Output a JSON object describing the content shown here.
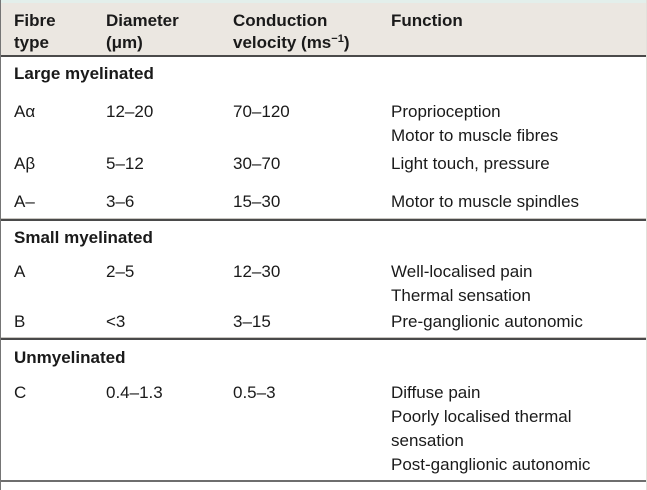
{
  "table": {
    "header": {
      "col1": {
        "line1": "Fibre",
        "line2": "type"
      },
      "col2": {
        "line1": "Diameter",
        "line2": "(μm)"
      },
      "col3": {
        "line1": "Conduction",
        "line2_base": "velocity (ms",
        "line2_sup": "−1",
        "line2_close": ")"
      },
      "col4": {
        "line1": "Function"
      }
    },
    "sections": [
      {
        "title": "Large myelinated",
        "rows": [
          {
            "type": "Aα",
            "diameter": "12–20",
            "velocity": "70–120",
            "functions": [
              "Proprioception",
              "Motor to muscle fibres"
            ]
          },
          {
            "type": "Aβ",
            "diameter": "5–12",
            "velocity": "30–70",
            "functions": [
              "Light touch, pressure"
            ]
          },
          {
            "type": "A–",
            "diameter": "3–6",
            "velocity": "15–30",
            "functions": [
              "Motor to muscle spindles"
            ]
          }
        ]
      },
      {
        "title": "Small myelinated",
        "rows": [
          {
            "type": "A",
            "diameter": "2–5",
            "velocity": "12–30",
            "functions": [
              "Well-localised pain",
              "Thermal sensation"
            ]
          },
          {
            "type": "B",
            "diameter": "<3",
            "velocity": "3–15",
            "functions": [
              "Pre-ganglionic autonomic"
            ]
          }
        ]
      },
      {
        "title": "Unmyelinated",
        "rows": [
          {
            "type": "C",
            "diameter": "0.4–1.3",
            "velocity": "0.5–3",
            "functions": [
              "Diffuse pain",
              "Poorly localised thermal sensation",
              "Post-ganglionic autonomic"
            ]
          }
        ]
      }
    ]
  },
  "colors": {
    "header_bg": "#ebe7e1",
    "rule_dark": "#4a4a4a",
    "rule_light": "#c9c6c1",
    "top_strip": "#e3efeb",
    "text": "#1a1a1a",
    "left_border": "#757575",
    "bottom_rule": "#6e6e6e"
  }
}
